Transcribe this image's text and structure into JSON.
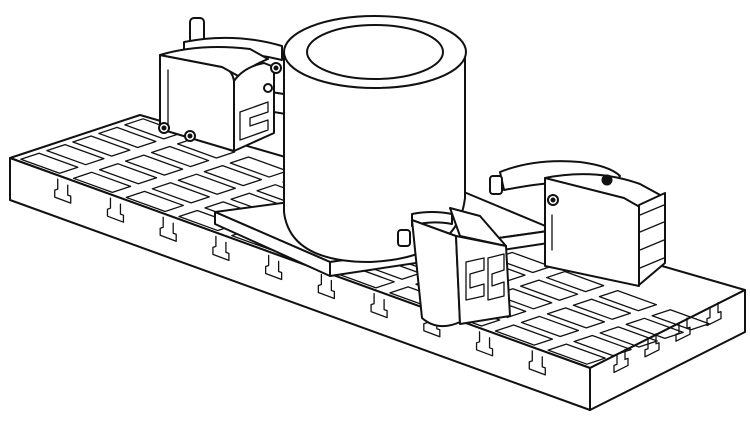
{
  "figure": {
    "background": "#ffffff",
    "line_color": "#111111",
    "components": [
      {
        "name": "t-slot-table",
        "icon": "machine-table-icon"
      },
      {
        "name": "cylindrical-workpiece",
        "icon": "cylinder-icon"
      },
      {
        "name": "clamp-back-left",
        "icon": "clamp-icon"
      },
      {
        "name": "clamp-front-middle",
        "icon": "clamp-icon"
      },
      {
        "name": "clamp-right",
        "icon": "clamp-icon"
      }
    ]
  }
}
